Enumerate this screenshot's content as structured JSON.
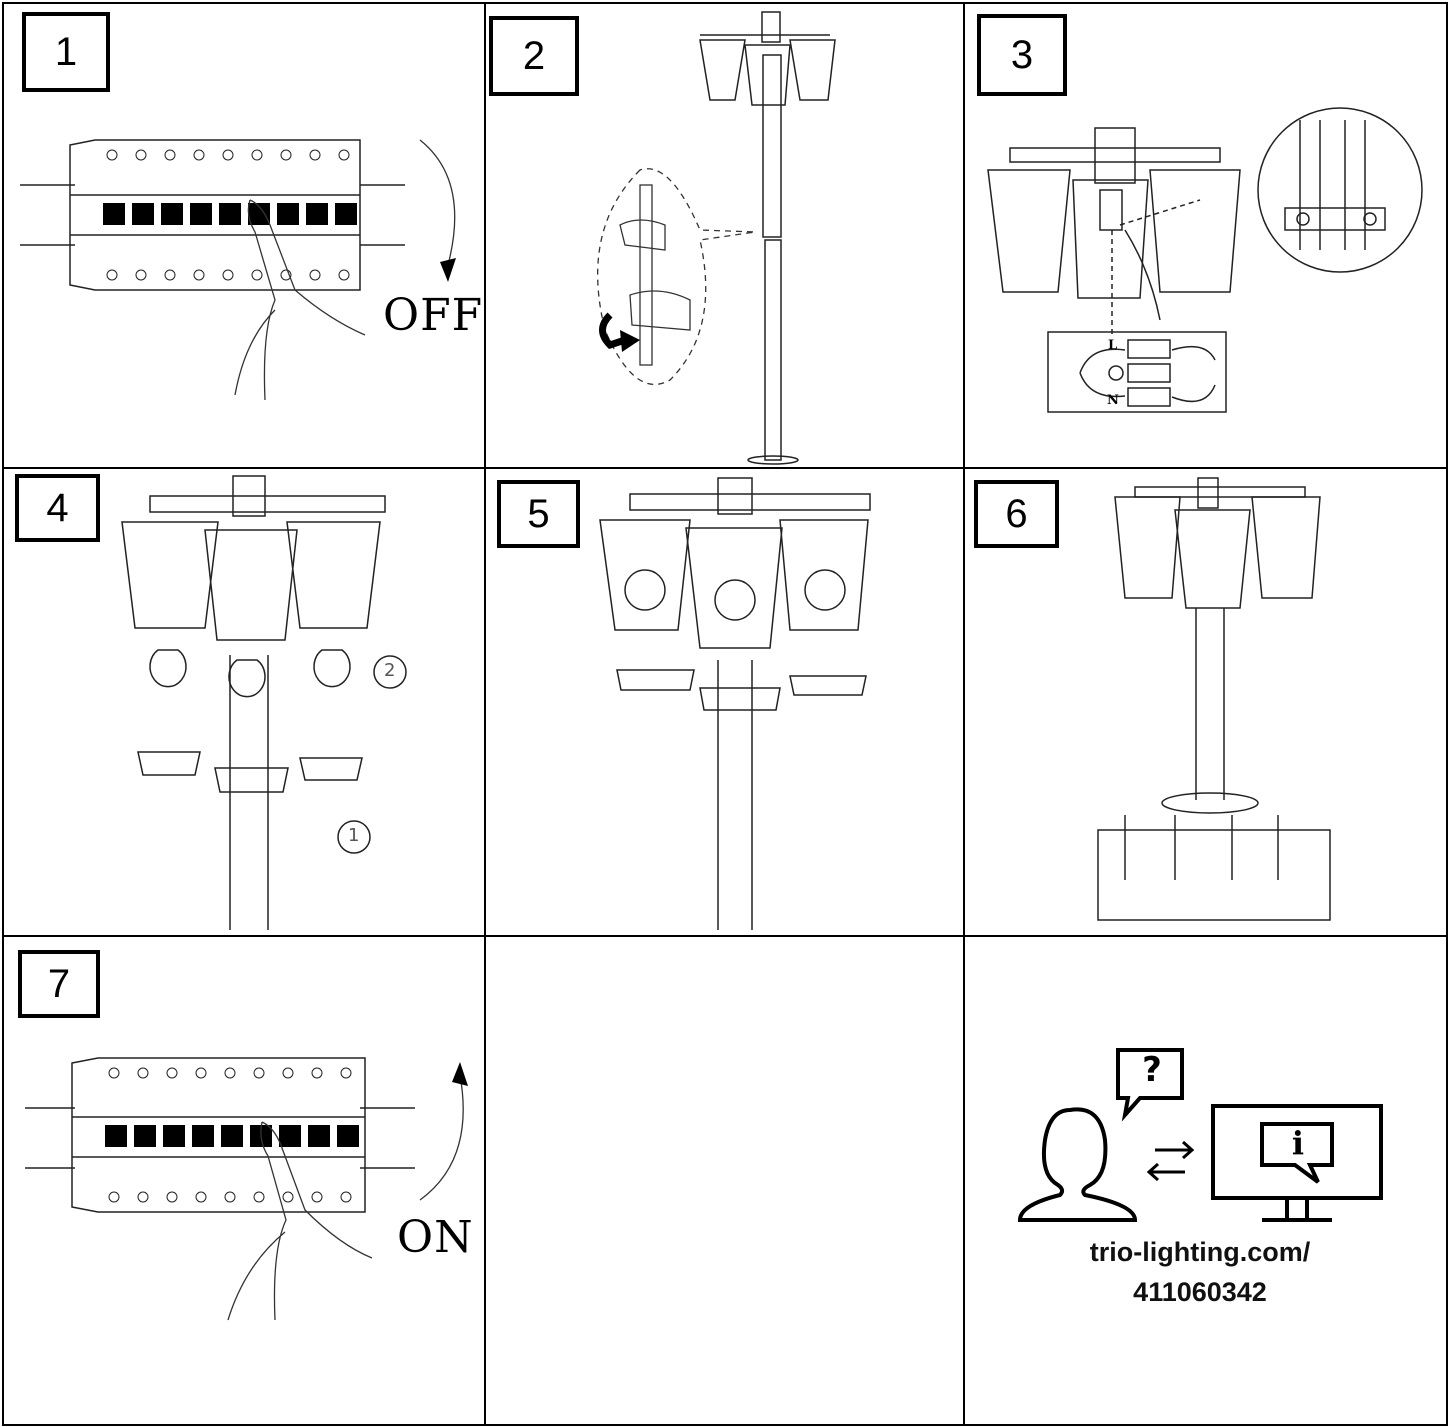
{
  "steps": [
    "1",
    "2",
    "3",
    "4",
    "5",
    "6",
    "7"
  ],
  "labels": {
    "off": "OFF",
    "on": "ON",
    "live": "L",
    "neutral": "N",
    "bulb_step": "2",
    "ring_step": "1"
  },
  "info": {
    "question_icon": "question-bubble-icon",
    "info_icon": "info-bubble-icon",
    "url_line1": "trio-lighting.com/",
    "url_line2": "411060342"
  }
}
